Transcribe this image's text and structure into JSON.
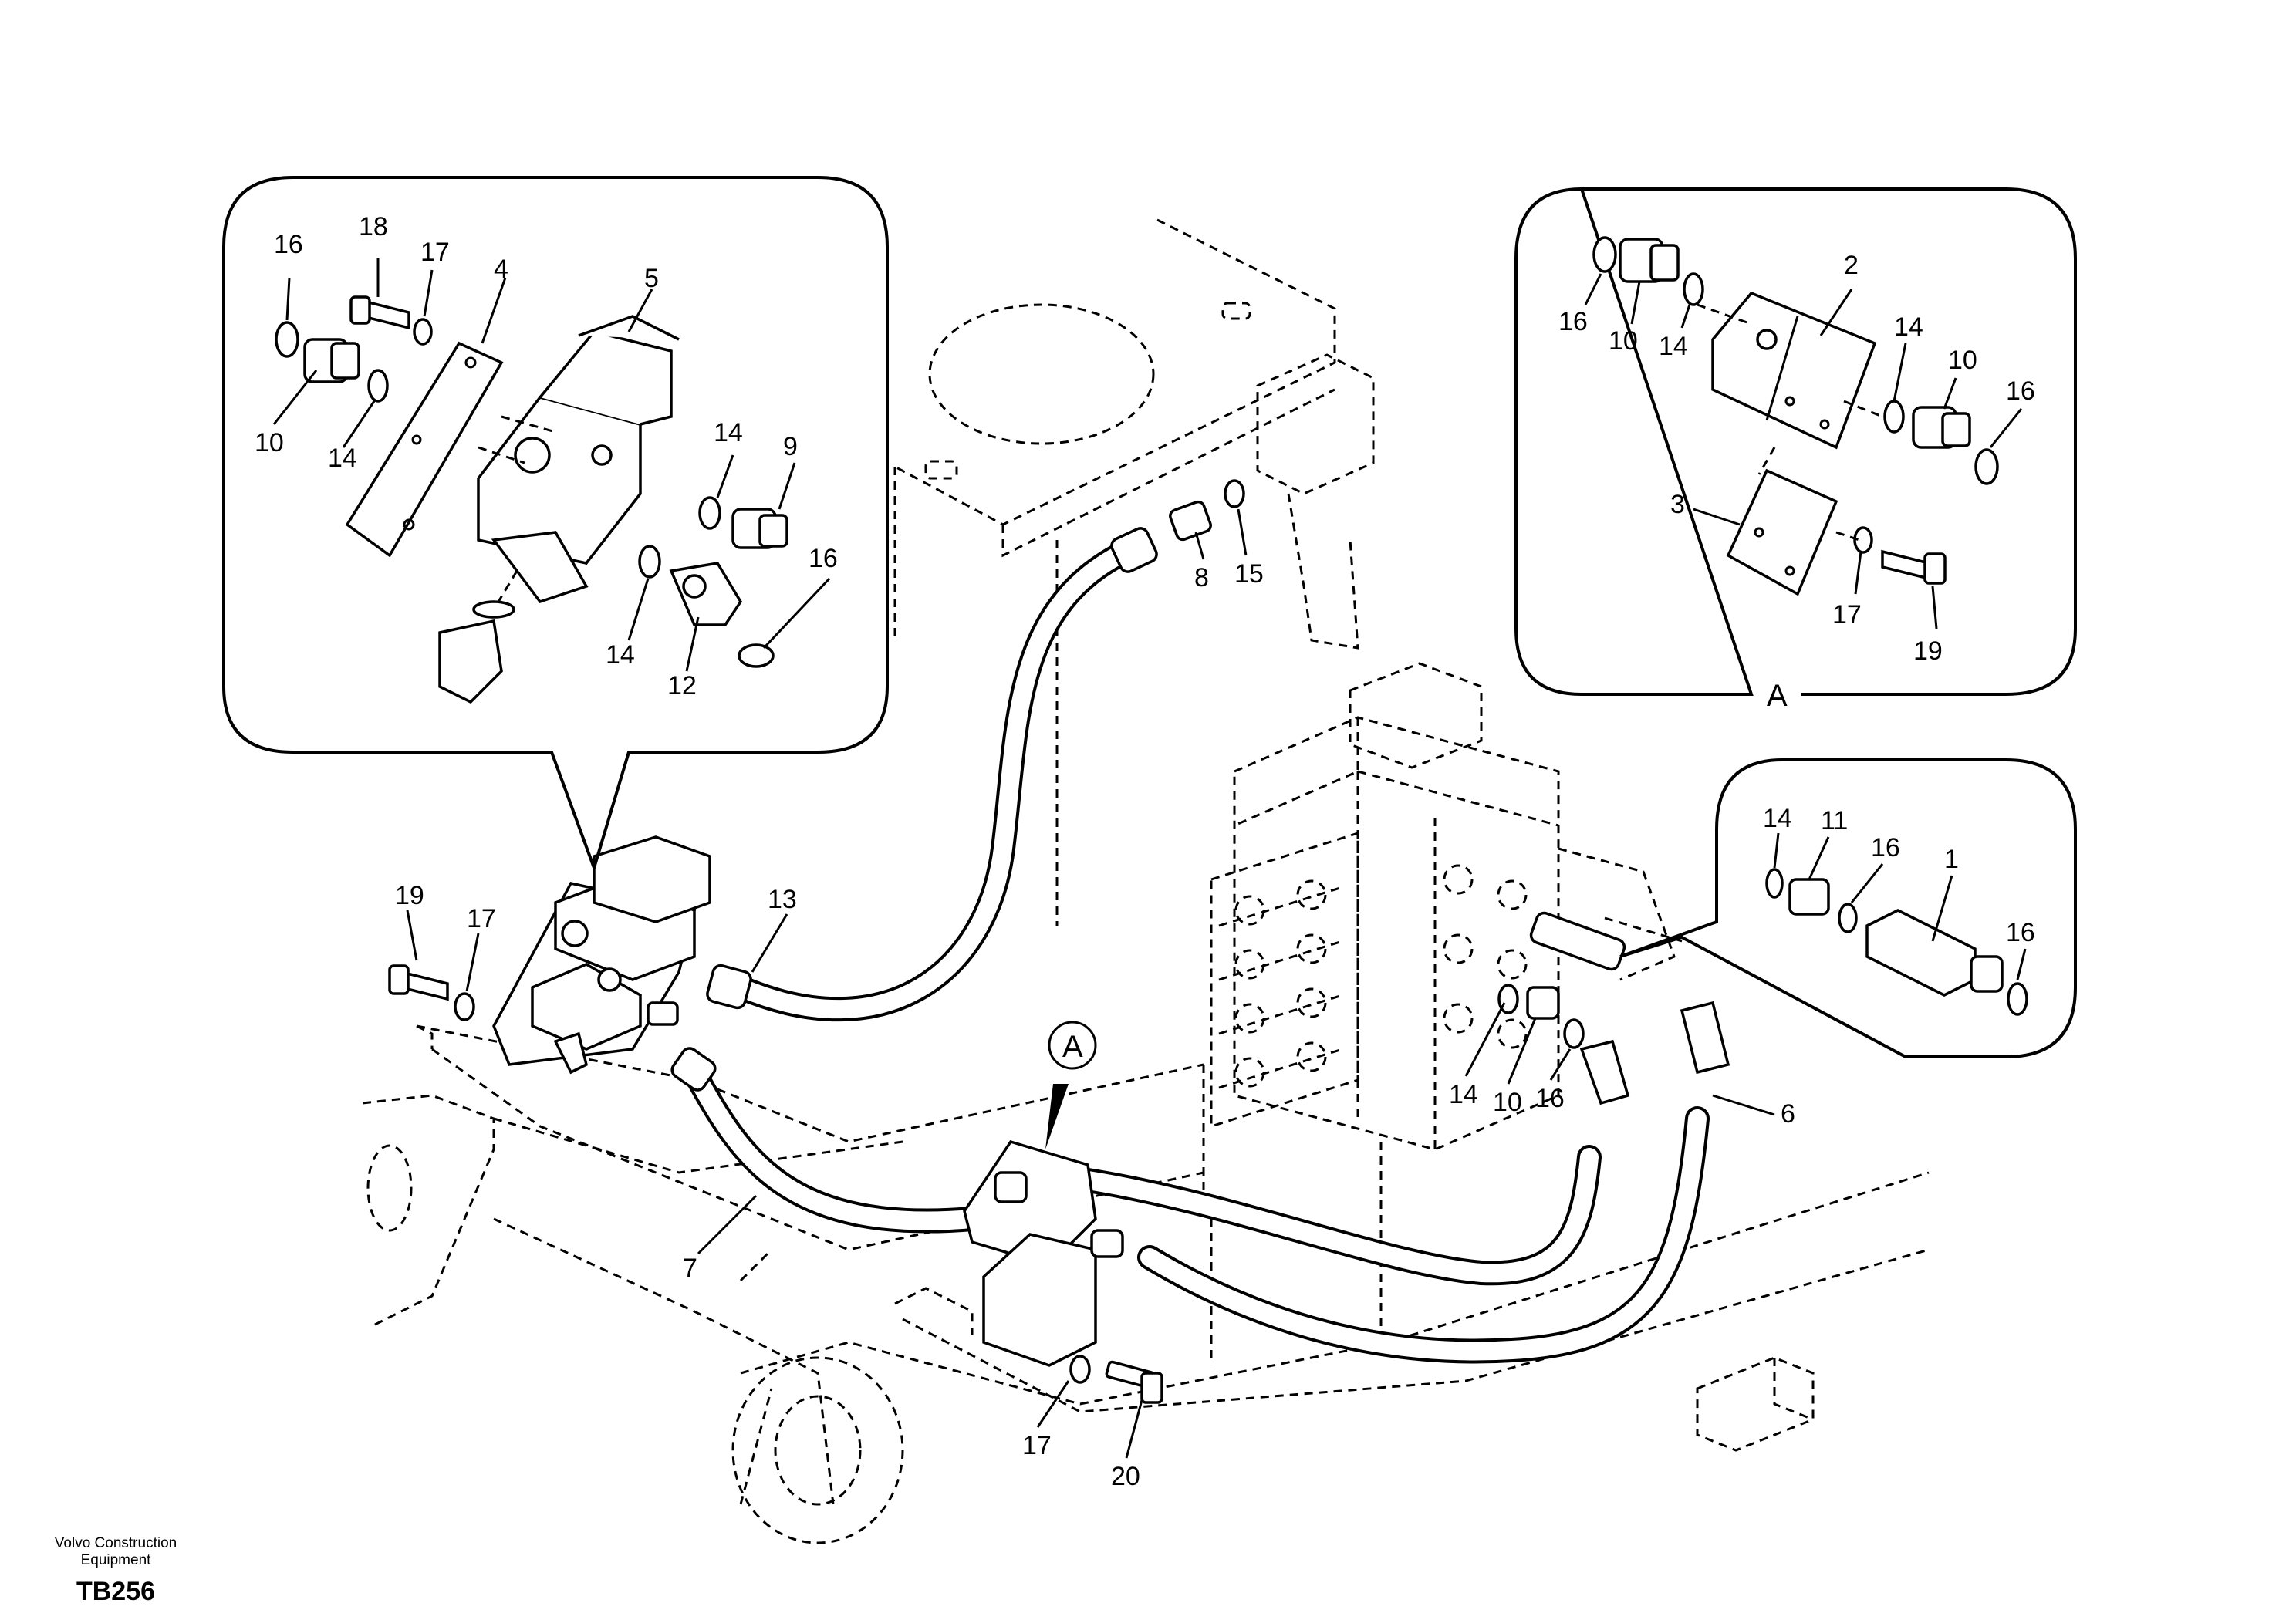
{
  "diagram": {
    "callout_letter": "A",
    "labels_main": {
      "l1": "19",
      "l2": "17",
      "l3": "13",
      "l4": "8",
      "l5": "15",
      "l6": "14",
      "l7": "10",
      "l8": "16",
      "l9": "6",
      "l10": "7",
      "l11": "17",
      "l12": "20"
    },
    "labels_inset_left": {
      "l1": "16",
      "l2": "18",
      "l3": "17",
      "l4": "4",
      "l5": "5",
      "l6": "10",
      "l7": "14",
      "l8": "14",
      "l9": "9",
      "l10": "16",
      "l11": "14",
      "l12": "12"
    },
    "labels_inset_a": {
      "l1": "16",
      "l2": "10",
      "l3": "14",
      "l4": "2",
      "l5": "14",
      "l6": "10",
      "l7": "16",
      "l8": "3",
      "l9": "17",
      "l10": "19",
      "caption": "A"
    },
    "labels_inset_right": {
      "l1": "14",
      "l2": "11",
      "l3": "16",
      "l4": "1",
      "l5": "16"
    }
  },
  "footer": {
    "brand_line1": "Volvo Construction",
    "brand_line2": "Equipment",
    "code": "TB256"
  }
}
